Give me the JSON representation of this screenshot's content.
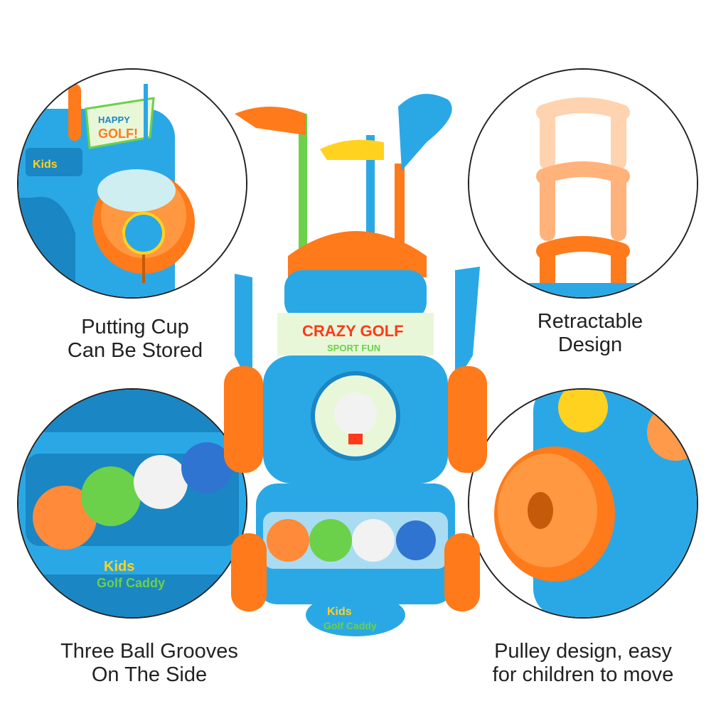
{
  "features": [
    {
      "lines": [
        "Putting Cup",
        "Can Be Stored"
      ]
    },
    {
      "lines": [
        "Retractable",
        "Design"
      ]
    },
    {
      "lines": [
        "Three Ball Grooves",
        "On The Side"
      ]
    },
    {
      "lines": [
        "Pulley design, easy",
        "for children to move"
      ]
    }
  ],
  "product": {
    "banner_title": "CRAZY GOLF",
    "banner_subtitle": "SPORT FUN",
    "caddy_label_1": "Kids",
    "caddy_label_2": "Golf Caddy",
    "flag_text_1": "HAPPY",
    "flag_text_2": "GOLF!"
  },
  "colors": {
    "cart_blue": "#2aa8e6",
    "dark_blue": "#1a86c4",
    "accent_orange": "#ff7a1a",
    "club_yellow": "#ffd21f",
    "ball_green": "#6bd14a",
    "ball_white": "#f2f2f2"
  }
}
